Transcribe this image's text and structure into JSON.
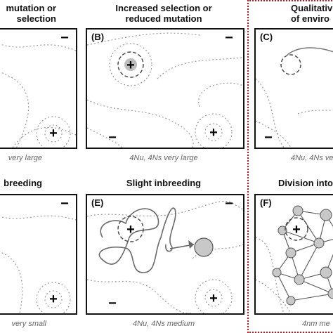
{
  "titles": {
    "a": [
      "mutation or",
      "selection"
    ],
    "b": [
      "Increased selection or",
      "reduced mutation"
    ],
    "c": [
      "Qualitativ",
      "of enviro"
    ],
    "d": "breeding",
    "e": "Slight inbreeding",
    "f": "Division into"
  },
  "captions": {
    "a": "very large",
    "b": "4Nu, 4Ns very large",
    "c": "4Nu, 4Ns ve",
    "d": "very small",
    "e": "4Nu, 4Ns medium",
    "f": "4nm me"
  },
  "labels": {
    "b": "(B)",
    "c": "(C)",
    "e": "(E)",
    "f": "(F)"
  },
  "symbols": {
    "plus": "+",
    "minus": "−"
  },
  "colors": {
    "frame": "#111111",
    "contour": "#9a9a9a",
    "highlight": "#c0181e",
    "node": "#c8c8c8"
  }
}
